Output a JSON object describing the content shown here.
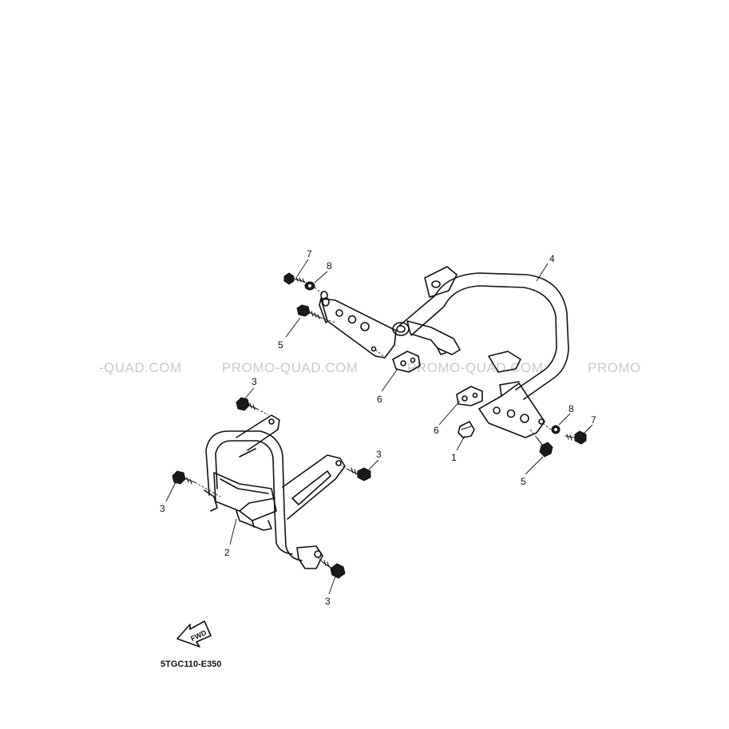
{
  "watermark": {
    "segments": [
      "-QUAD.COM",
      "PROMO-QUAD.COM",
      "PROMO-QUAD.COM",
      "PROMO"
    ],
    "color": "#c9c9c9"
  },
  "callouts": {
    "c1": "1",
    "c2": "2",
    "c3a": "3",
    "c3b": "3",
    "c3c": "3",
    "c3d": "3",
    "c4": "4",
    "c5a": "5",
    "c5b": "5",
    "c6a": "6",
    "c6b": "6",
    "c7a": "7",
    "c7b": "7",
    "c8a": "8",
    "c8b": "8"
  },
  "fwd_label": "FWD",
  "diagram_code": "5TGC110-E350"
}
